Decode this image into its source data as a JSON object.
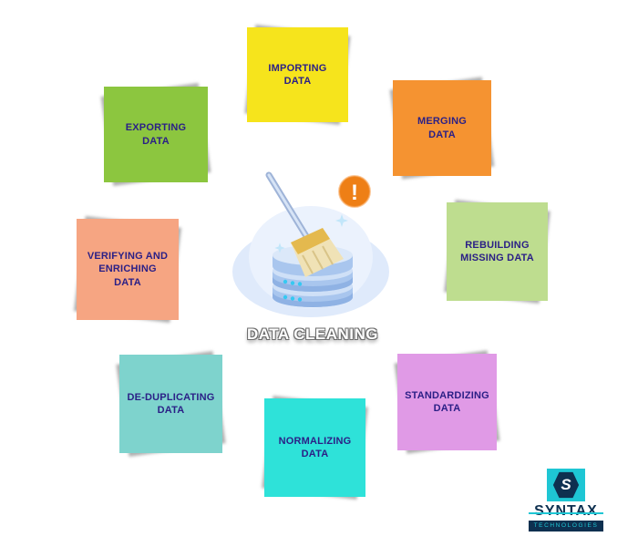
{
  "title": "DATA CLEANING",
  "title_color": "#ffffff",
  "label_text_color": "#2b2086",
  "nodes": [
    {
      "id": "importing-data",
      "label": "IMPORTING\nDATA",
      "color": "#f6e41c"
    },
    {
      "id": "merging-data",
      "label": "MERGING\nDATA",
      "color": "#f59331"
    },
    {
      "id": "rebuilding-missing-data",
      "label": "REBUILDING\nMISSING DATA",
      "color": "#bedd8f"
    },
    {
      "id": "standardizing-data",
      "label": "STANDARDIZING\nDATA",
      "color": "#e09ae6"
    },
    {
      "id": "normalizing-data",
      "label": "NORMALIZING\nDATA",
      "color": "#2ee2d9"
    },
    {
      "id": "de-duplicating-data",
      "label": "DE-DUPLICATING\nDATA",
      "color": "#7ed3cd"
    },
    {
      "id": "verifying-enriching-data",
      "label": "VERIFYING AND\nENRICHING\nDATA",
      "color": "#f6a582"
    },
    {
      "id": "exporting-data",
      "label": "EXPORTING\nDATA",
      "color": "#8cc63f"
    }
  ],
  "center_illustration": {
    "icons": [
      "database-icon",
      "broom-icon",
      "warning-icon",
      "sparkle-icon"
    ],
    "warning_glyph": "!",
    "warning_color": "#ee7f16"
  },
  "logo": {
    "monogram": "S",
    "name": "SYNTAX",
    "subtitle": "TECHNOLOGIES",
    "accent_color": "#1ec6d4",
    "navy_color": "#0e3050"
  }
}
